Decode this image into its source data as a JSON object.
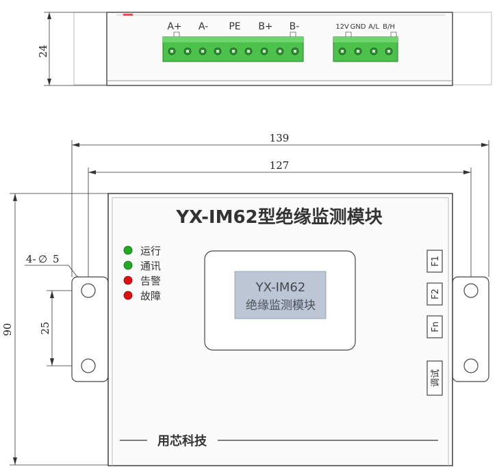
{
  "top_view": {
    "height_dim": "24",
    "terminal_labels_left": [
      "A+",
      "A-",
      "PE",
      "B+",
      "B-"
    ],
    "terminal_labels_right": [
      "12V",
      "GND",
      "A/L",
      "B/H"
    ]
  },
  "front_view": {
    "width_outer": "139",
    "width_inner": "127",
    "height_dim": "90",
    "hole_spacing": "25",
    "hole_spec_prefix": "4-",
    "hole_spec_symbol": "∅",
    "hole_spec_value": "5",
    "title": "YX-IM62型绝缘监测模块",
    "indicators": [
      {
        "label": "运行",
        "color": "#22aa22"
      },
      {
        "label": "通讯",
        "color": "#22aa22"
      },
      {
        "label": "告警",
        "color": "#dd1111"
      },
      {
        "label": "故障",
        "color": "#dd1111"
      }
    ],
    "display_line1": "YX-IM62",
    "display_line2": "绝缘监测模块",
    "buttons": [
      "F1",
      "F2",
      "Fn",
      "调试"
    ],
    "brand": "用芯科技"
  },
  "colors": {
    "terminal_green": "#4cc14c",
    "display_bg": "#bcc6d4",
    "led_green": "#22aa22",
    "led_red": "#dd1111"
  }
}
